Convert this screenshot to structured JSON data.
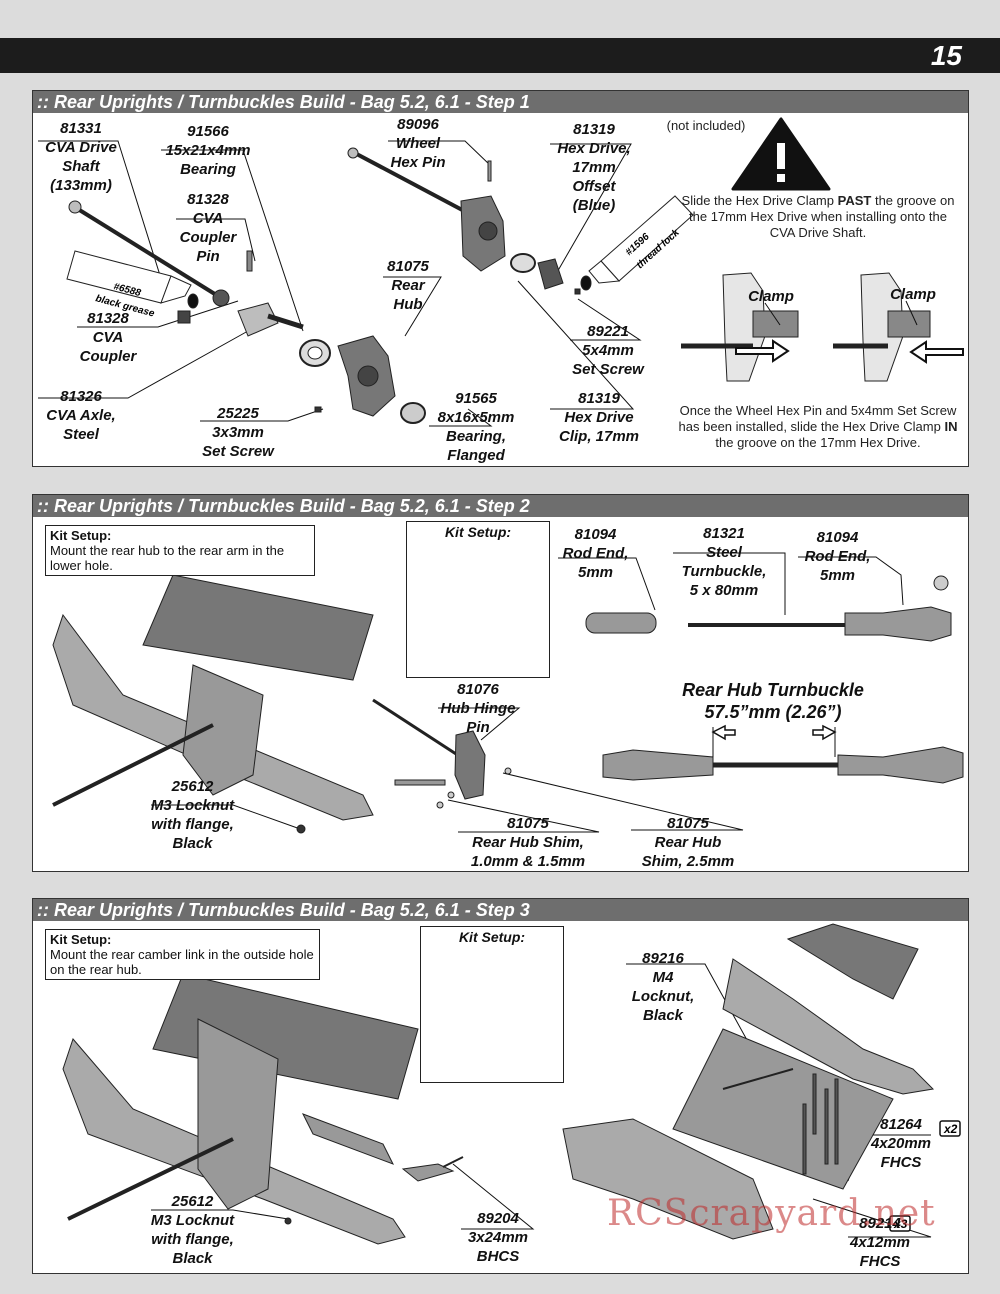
{
  "page_number": "15",
  "step1": {
    "title": ":: Rear Uprights / Turnbuckles Build - Bag 5.2, 6.1 - Step 1",
    "parts": [
      {
        "num": "81331",
        "lines": [
          "CVA Drive",
          "Shaft",
          "(133mm)"
        ]
      },
      {
        "num": "91566",
        "lines": [
          "15x21x4mm",
          "Bearing"
        ]
      },
      {
        "num": "81328",
        "lines": [
          "CVA",
          "Coupler",
          "Pin"
        ]
      },
      {
        "num": "81328",
        "lines": [
          "CVA",
          "Coupler"
        ]
      },
      {
        "num": "81326",
        "lines": [
          "CVA Axle,",
          "Steel"
        ]
      },
      {
        "num": "89096",
        "lines": [
          "Wheel",
          "Hex Pin"
        ]
      },
      {
        "num": "81075",
        "lines": [
          "Rear",
          "Hub"
        ]
      },
      {
        "num": "25225",
        "lines": [
          "3x3mm",
          "Set Screw"
        ]
      },
      {
        "num": "91565",
        "lines": [
          "8x16x5mm",
          "Bearing,",
          "Flanged"
        ]
      },
      {
        "num": "81319",
        "lines": [
          "Hex Drive,",
          "17mm",
          "Offset",
          "(Blue)"
        ]
      },
      {
        "num": "89221",
        "lines": [
          "5x4mm",
          "Set Screw"
        ]
      },
      {
        "num": "81319",
        "lines": [
          "Hex Drive",
          "Clip, 17mm"
        ]
      }
    ],
    "grease_tube": [
      "#6588",
      "black grease"
    ],
    "threadlock_tube": [
      "#1596",
      "thread lock"
    ],
    "not_included": "(not included)",
    "warning_text_1": "Slide the Hex Drive Clamp",
    "warning_bold_1": "PAST",
    "warning_text_2": "the groove on the 17mm Hex Drive when installing onto the CVA Drive Shaft.",
    "clamp_label": "Clamp",
    "note_text_1": "Once the Wheel Hex Pin and 5x4mm Set Screw has been installed, slide the Hex Drive Clamp",
    "note_bold": "IN",
    "note_text_2": "the groove on the 17mm Hex Drive."
  },
  "step2": {
    "title": ":: Rear Uprights / Turnbuckles Build - Bag 5.2, 6.1 - Step 2",
    "kit_setup_title": "Kit Setup:",
    "kit_setup_text": "Mount the rear hub to the rear arm in the lower hole.",
    "kit_setup_box_title": "Kit Setup:",
    "parts": [
      {
        "num": "81094",
        "lines": [
          "Rod End,",
          "5mm"
        ]
      },
      {
        "num": "81321",
        "lines": [
          "Steel",
          "Turnbuckle,",
          "5 x 80mm"
        ]
      },
      {
        "num": "81094",
        "lines": [
          "Rod End,",
          "5mm"
        ]
      },
      {
        "num": "81076",
        "lines": [
          "Hub Hinge",
          "Pin"
        ]
      },
      {
        "num": "25612",
        "lines": [
          "M3 Locknut",
          "with flange,",
          "Black"
        ]
      },
      {
        "num": "81075",
        "lines": [
          "Rear Hub Shim,",
          "1.0mm & 1.5mm"
        ]
      },
      {
        "num": "81075",
        "lines": [
          "Rear Hub",
          "Shim, 2.5mm"
        ]
      }
    ],
    "turnbuckle_title": "Rear Hub Turnbuckle",
    "turnbuckle_length": "57.5”mm (2.26”)"
  },
  "step3": {
    "title": ":: Rear Uprights / Turnbuckles Build - Bag 5.2, 6.1 - Step 3",
    "kit_setup_title": "Kit Setup:",
    "kit_setup_text": "Mount the rear camber link in the outside hole on the rear hub.",
    "kit_setup_box_title": "Kit Setup:",
    "parts": [
      {
        "num": "89216",
        "lines": [
          "M4",
          "Locknut,",
          "Black"
        ]
      },
      {
        "num": "81264",
        "qty": "x2",
        "lines": [
          "4x20mm",
          "FHCS"
        ]
      },
      {
        "num": "25612",
        "lines": [
          "M3 Locknut",
          "with flange,",
          "Black"
        ]
      },
      {
        "num": "89204",
        "lines": [
          "3x24mm",
          "BHCS"
        ]
      },
      {
        "num": "89214",
        "qty": "x3",
        "lines": [
          "4x12mm",
          "FHCS"
        ]
      }
    ]
  },
  "watermark": "RCScrapyard.net"
}
